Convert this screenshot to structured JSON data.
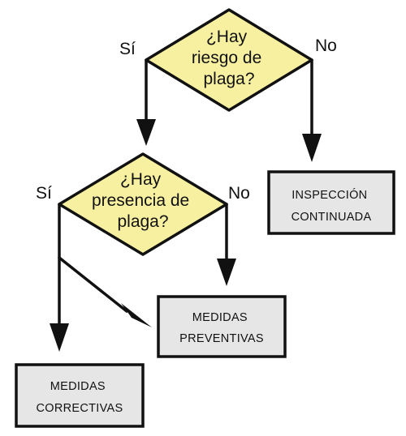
{
  "diagram": {
    "decision_risk": {
      "lines": [
        "¿Hay",
        "riesgo de",
        "plaga?"
      ]
    },
    "decision_presence": {
      "lines": [
        "¿Hay",
        "presencia de",
        "plaga?"
      ]
    },
    "branches": {
      "yes": "Sí",
      "no": "No"
    },
    "boxes": {
      "inspection": {
        "lines": [
          "INSPECCIÓN",
          "CONTINUADA"
        ]
      },
      "preventive": {
        "lines": [
          "MEDIDAS",
          "PREVENTIVAS"
        ]
      },
      "corrective": {
        "lines": [
          "MEDIDAS",
          "CORRECTIVAS"
        ]
      }
    },
    "colors": {
      "decision_fill": "#f7f0a0",
      "box_fill": "#e6e6e6",
      "stroke": "#111111"
    }
  }
}
